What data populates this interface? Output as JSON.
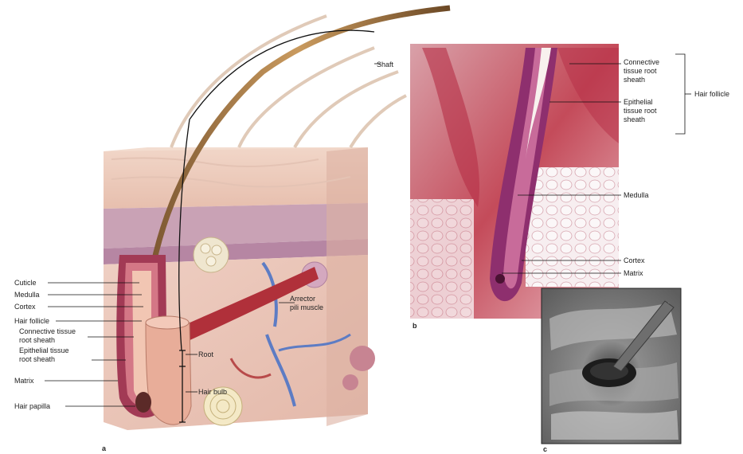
{
  "panel_a": {
    "letter": "a",
    "labels": {
      "shaft": "Shaft",
      "cuticle": "Cuticle",
      "medulla": "Medulla",
      "cortex": "Cortex",
      "hair_follicle": "Hair follicle",
      "connective_sheath": "Connective tissue\nroot sheath",
      "epithelial_sheath": "Epithelial tissue\nroot sheath",
      "matrix": "Matrix",
      "hair_papilla": "Hair papilla",
      "arrector": "Arrector\npili muscle",
      "root": "Root",
      "hair_bulb": "Hair bulb"
    }
  },
  "panel_b": {
    "letter": "b",
    "labels": {
      "connective_sheath": "Connective\ntissue root\nsheath",
      "epithelial_sheath": "Epithelial\ntissue root\nsheath",
      "hair_follicle": "Hair follicle",
      "medulla": "Medulla",
      "cortex": "Cortex",
      "matrix": "Matrix"
    }
  },
  "panel_c": {
    "letter": "c"
  }
}
